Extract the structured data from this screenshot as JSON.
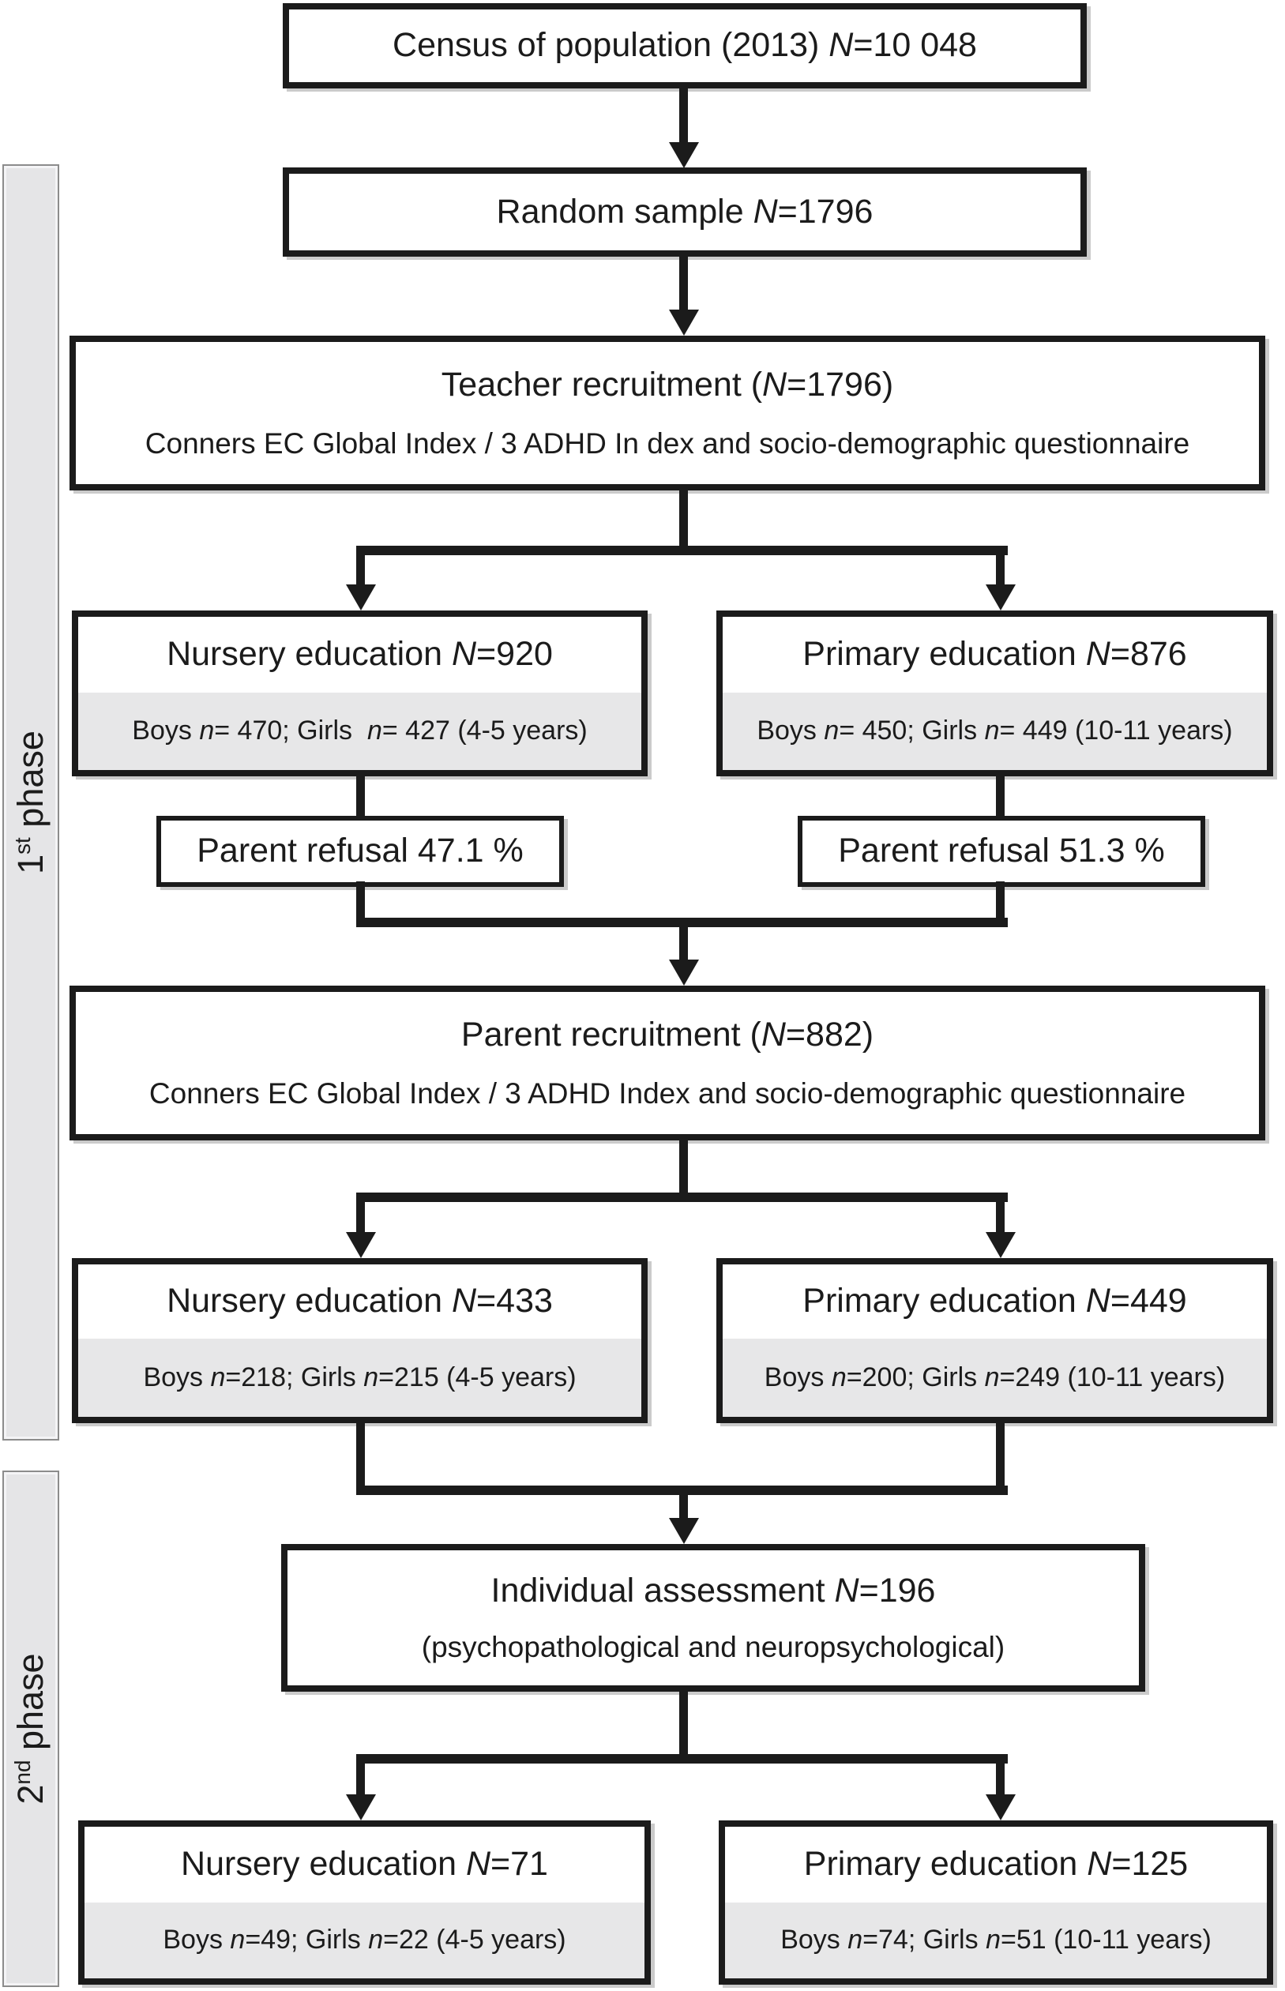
{
  "figure": {
    "type": "two-phase recruitment flowchart",
    "colors": {
      "line": "#1b1b1b",
      "band_gray": "#e7e7e8",
      "phase_bar_fill": "#e5e5e7",
      "phase_bar_border": "#8c8c8c",
      "box_shadow": "#cbcbcb",
      "background": "#ffffff"
    }
  },
  "phases": [
    {
      "number": "1",
      "ordinal": "st",
      "word": " phase"
    },
    {
      "number": "2",
      "ordinal": "nd",
      "word": " phase"
    }
  ],
  "boxes": {
    "census": {
      "text_pre": "Census of population (2013) ",
      "n_var": "N",
      "text_post": "=10 048"
    },
    "random_sample": {
      "text_pre": "Random sample ",
      "n_var": "N",
      "text_post": "=1796"
    },
    "teacher_recruitment": {
      "title_pre": "Teacher recruitment (",
      "n_var": "N",
      "title_post": "=1796)",
      "subtitle": "Conners EC Global Index / 3 ADHD In dex and socio-demographic questionnaire"
    },
    "nursery_phase1": {
      "title_pre": "Nursery education ",
      "n_var": "N",
      "title_post": "=920",
      "stats": {
        "s1": "Boys ",
        "n1": "n",
        "s2": "= 470; Girls  ",
        "n2": "n",
        "s3": "= 427 (4-5 years)"
      }
    },
    "primary_phase1": {
      "title_pre": "Primary education ",
      "n_var": "N",
      "title_post": "=876",
      "stats": {
        "s1": "Boys ",
        "n1": "n",
        "s2": "= 450; Girls ",
        "n2": "n",
        "s3": "= 449 (10-11 years)"
      }
    },
    "parent_refusal_left": {
      "text": "Parent refusal 47.1 %"
    },
    "parent_refusal_right": {
      "text": "Parent refusal 51.3 %"
    },
    "parent_recruitment": {
      "title_pre": "Parent recruitment (",
      "n_var": "N",
      "title_post": "=882)",
      "subtitle": "Conners EC Global Index / 3 ADHD Index and socio-demographic questionnaire"
    },
    "nursery_phase2": {
      "title_pre": "Nursery education ",
      "n_var": "N",
      "title_post": "=433",
      "stats": {
        "s1": "Boys ",
        "n1": "n",
        "s2": "=218; Girls ",
        "n2": "n",
        "s3": "=215 (4-5 years)"
      }
    },
    "primary_phase2": {
      "title_pre": "Primary education ",
      "n_var": "N",
      "title_post": "=449",
      "stats": {
        "s1": "Boys ",
        "n1": "n",
        "s2": "=200; Girls ",
        "n2": "n",
        "s3": "=249 (10-11 years)"
      }
    },
    "individual_assessment": {
      "title_pre": "Individual assessment ",
      "n_var": "N",
      "title_post": "=196",
      "subtitle": "(psychopathological and neuropsychological)"
    },
    "nursery_phase3": {
      "title_pre": "Nursery education ",
      "n_var": "N",
      "title_post": "=71",
      "stats": {
        "s1": "Boys ",
        "n1": "n",
        "s2": "=49; Girls ",
        "n2": "n",
        "s3": "=22 (4-5 years)"
      }
    },
    "primary_phase3": {
      "title_pre": "Primary education ",
      "n_var": "N",
      "title_post": "=125",
      "stats": {
        "s1": "Boys ",
        "n1": "n",
        "s2": "=74; Girls ",
        "n2": "n",
        "s3": "=51 (10-11 years)"
      }
    }
  }
}
